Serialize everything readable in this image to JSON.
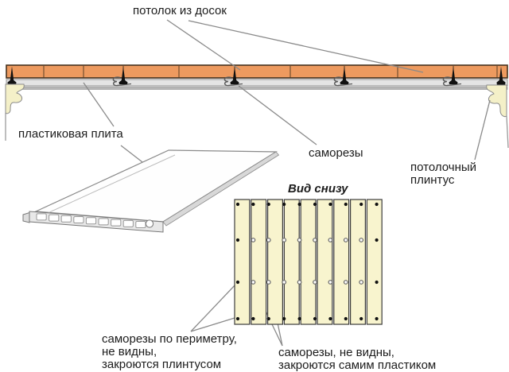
{
  "diagram": {
    "labels": {
      "ceiling_boards": "потолок из досок",
      "plastic_panel": "пластиковая плита",
      "screws": "саморезы",
      "ceiling_plinth_line1": "потолочный",
      "ceiling_plinth_line2": "плинтус",
      "bottom_view_title": "Вид снизу",
      "perimeter_screws_line1": "саморезы по периметру,",
      "perimeter_screws_line2": "не видны,",
      "perimeter_screws_line3": "закроются плинтусом",
      "hidden_screws_line1": "саморезы, не видны,",
      "hidden_screws_line2": "закроются самим пластиком"
    },
    "colors": {
      "wood_boards": "#ED9A5F",
      "wood_border": "#45311E",
      "plastic_gray": "#E4E4E4",
      "plastic_gray_dark": "#B5B5B5",
      "plinth_cream": "#F4F0C8",
      "panel_yellow": "#F8F4CE",
      "leader_line": "#8a8a8a",
      "screw_black": "#111111",
      "text": "#1c1c1c",
      "background": "#ffffff"
    },
    "cross_section": {
      "screw_count": 6,
      "interior_screw_count": 4,
      "board_joint_count": 10
    },
    "bottom_view": {
      "panel_count": 9,
      "dot_columns": 10,
      "hidden_dot_columns": 8,
      "solid_rows": 2,
      "hidden_rows": 2
    }
  }
}
